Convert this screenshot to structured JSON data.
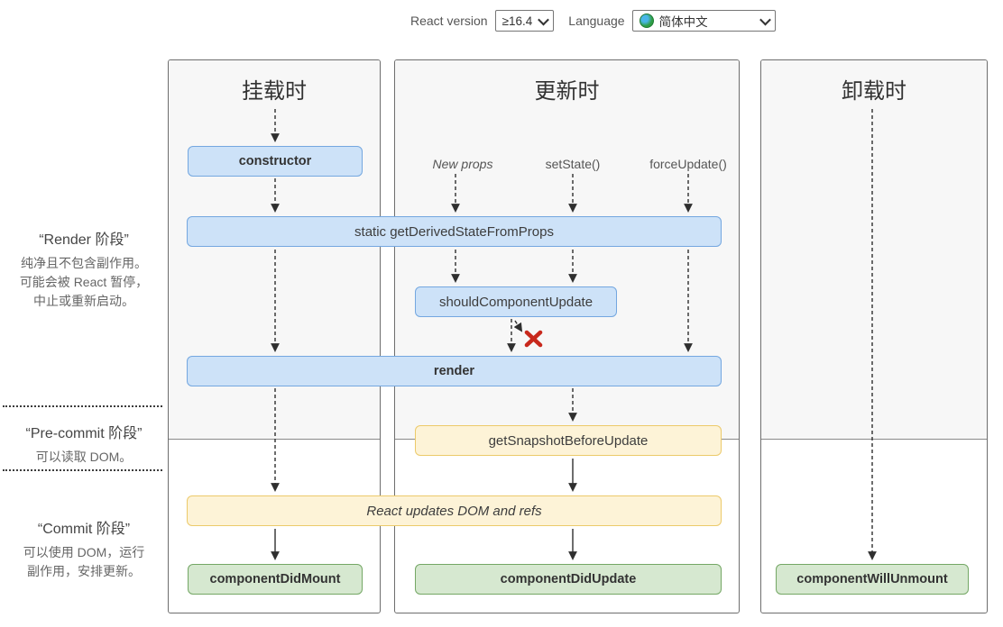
{
  "controls": {
    "react_version": {
      "label": "React version",
      "value": "≥16.4"
    },
    "language": {
      "label": "Language",
      "value": "简体中文",
      "icon": "globe-icon"
    }
  },
  "phases": {
    "render": {
      "title": "“Render 阶段”",
      "line1": "纯净且不包含副作用。",
      "line2": "可能会被 React 暂停，",
      "line3": "中止或重新启动。"
    },
    "pre_commit": {
      "title": "“Pre-commit 阶段”",
      "line1": "可以读取 DOM。"
    },
    "commit": {
      "title": "“Commit 阶段”",
      "line1": "可以使用 DOM，运行",
      "line2": "副作用，安排更新。"
    }
  },
  "columns": {
    "mounting_title": "挂载时",
    "updating_title": "更新时",
    "unmounting_title": "卸载时"
  },
  "nodes": {
    "constructor": "constructor",
    "new_props": "New props",
    "set_state": "setState()",
    "force_update": "forceUpdate()",
    "get_derived_state_from_props": "static getDerivedStateFromProps",
    "should_component_update": "shouldComponentUpdate",
    "render": "render",
    "get_snapshot_before_update": "getSnapshotBeforeUpdate",
    "react_updates_dom": "React updates DOM and refs",
    "component_did_mount": "componentDidMount",
    "component_did_update": "componentDidUpdate",
    "component_will_unmount": "componentWillUnmount"
  },
  "colors": {
    "box_blue_bg": "#cde2f8",
    "box_blue_border": "#74a7e0",
    "box_yellow_bg": "#fdf3d7",
    "box_yellow_border": "#ecca6a",
    "box_green_bg": "#d6e8d0",
    "box_green_border": "#74a765",
    "column_render_phase_bg": "#f7f7f7",
    "column_border": "#6e6e6e",
    "arrow": "#2f2f2f",
    "x_mark": "#c8281c"
  }
}
